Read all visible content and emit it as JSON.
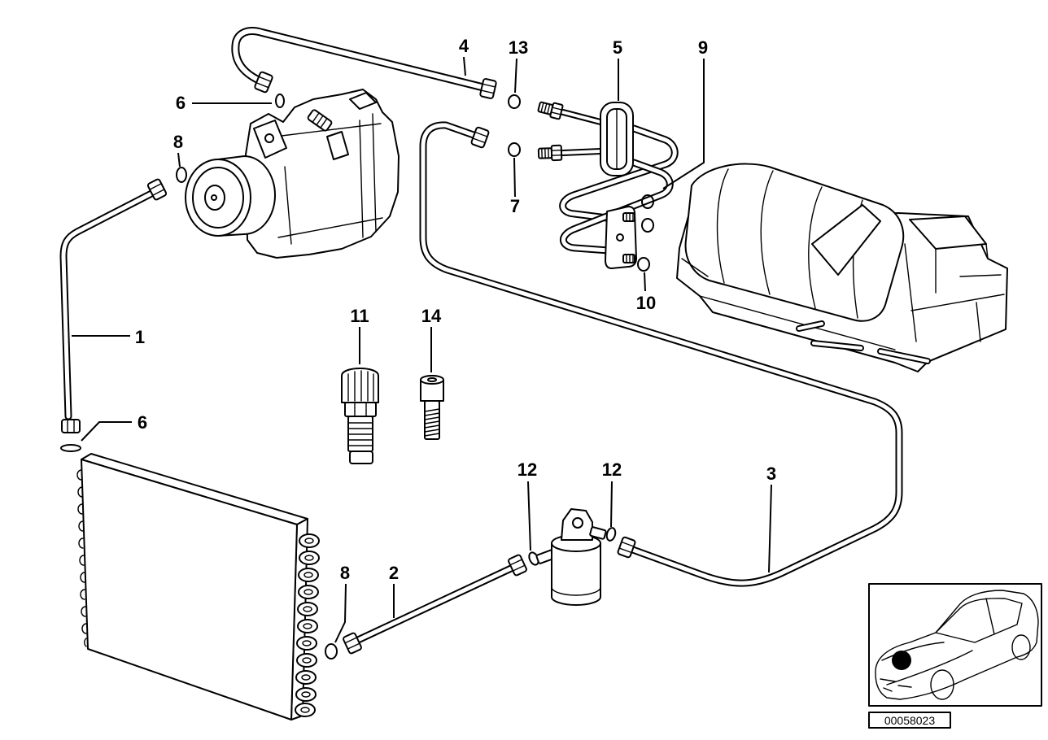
{
  "diagram": {
    "callouts": [
      "4",
      "13",
      "5",
      "9",
      "6",
      "8",
      "7",
      "10",
      "11",
      "14",
      "1",
      "6",
      "12",
      "12",
      "3",
      "8",
      "2"
    ],
    "reference_code": "00058023"
  },
  "colors": {
    "line": "#000000",
    "background": "#ffffff",
    "location_marker": "#000000"
  }
}
